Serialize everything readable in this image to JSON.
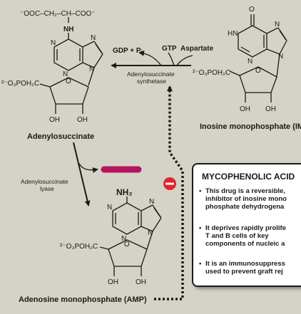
{
  "colors": {
    "background": "#d5d2c8",
    "arrow": "#1a1a1a",
    "inhibitor_bar": "#b5155e",
    "inhibit_symbol": "#e3242b",
    "box_bg": "#ffffff"
  },
  "adenylosuccinate": {
    "chain": "⁻OOC–CH₂–CH–COO⁻",
    "nh": "NH",
    "n1": "N",
    "n3": "N",
    "n7": "N",
    "n9": "N",
    "phosphate": "²⁻O₃POH₂C",
    "ring_o": "O",
    "oh1": "OH",
    "oh2": "OH",
    "name": "Adenylosuccinate"
  },
  "imp": {
    "o": "O",
    "hn": "HN",
    "n3": "N",
    "n7": "N",
    "n9": "N",
    "phosphate": "²⁻O₃POH₂C",
    "ring_o": "O",
    "oh1": "OH",
    "oh2": "OH",
    "name": "Inosine monophosphate (IMP)"
  },
  "amp": {
    "nh2": "NH₂",
    "n1": "N",
    "n3": "N",
    "n7": "N",
    "n9": "N",
    "phosphate": "²⁻O₃POH₂C",
    "ring_o": "O",
    "oh1": "OH",
    "oh2": "OH",
    "name": "Adenosine monophosphate (AMP)"
  },
  "reaction": {
    "gdp": "GDP + Pᵢ",
    "gtp": "GTP",
    "aspartate": "Aspartate",
    "enzyme_line1": "Adenylosuccinate",
    "enzyme_line2": "synthetase",
    "lyase_line1": "Adenylosuccinate",
    "lyase_line2": "lyase",
    "inhibit_symbol": "–"
  },
  "drug_box": {
    "title": "MYCOPHENOLIC ACID",
    "bullet_symbol": "•",
    "bullet1": [
      "This drug is a reversible,",
      "inhibitor of inosine mono",
      "phosphate dehydrogena"
    ],
    "bullet2": [
      "It deprives rapidly prolife",
      "T and B cells of key",
      "components of nucleic a"
    ],
    "bullet3": [
      "It is an immunosuppress",
      "used to prevent graft rej"
    ]
  }
}
